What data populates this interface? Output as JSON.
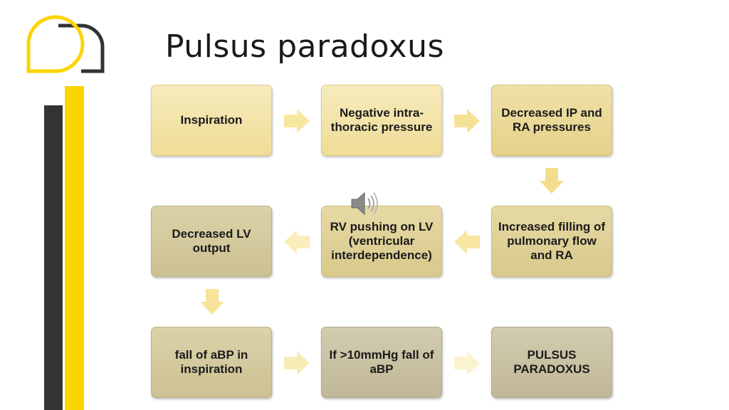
{
  "slide": {
    "title": "Pulsus paradoxus"
  },
  "colors": {
    "accent_yellow": "#fcd400",
    "accent_dark": "#333333",
    "arrow_fill": "#f7e7a0"
  },
  "flow": {
    "boxes": [
      {
        "id": "inspiration",
        "label": "Inspiration"
      },
      {
        "id": "negative-intrathoracic",
        "label": "Negative intra-thoracic pressure"
      },
      {
        "id": "decreased-ip-ra",
        "label": "Decreased IP and RA pressures"
      },
      {
        "id": "increased-filling",
        "label": "Increased filling of pulmonary flow and RA"
      },
      {
        "id": "rv-pushing",
        "label": "RV pushing on LV (ventricular interdependence)"
      },
      {
        "id": "decreased-lv",
        "label": "Decreased LV output"
      },
      {
        "id": "fall-abp",
        "label": "fall of aBP in inspiration"
      },
      {
        "id": "gt-10mmhg",
        "label": "If >10mmHg fall of aBP"
      },
      {
        "id": "pulsus-paradoxus",
        "label": "PULSUS PARADOXUS"
      }
    ]
  },
  "icons": {
    "speaker": "speaker-icon",
    "logo": "logo-icon"
  }
}
